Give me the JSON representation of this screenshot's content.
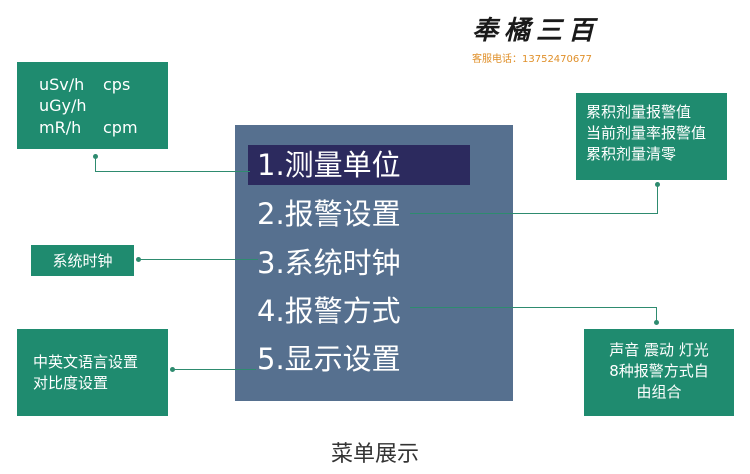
{
  "brand": {
    "name": "奉橘三百",
    "contact": "客服电话：13752470677"
  },
  "menu": {
    "items": [
      "1.测量单位",
      "2.报警设置",
      "3.系统时钟",
      "4.报警方式",
      "5.显示设置"
    ],
    "selected_index": 0
  },
  "units": {
    "row1_left": "uSv/h",
    "row1_right": "cps",
    "row2_left": "uGy/h",
    "row3_left": "mR/h",
    "row3_right": "cpm"
  },
  "alarm_settings": {
    "lines": [
      "累积剂量报警值",
      "当前剂量率报警值",
      "累积剂量清零"
    ]
  },
  "clock": {
    "label": "系统时钟"
  },
  "alarm_modes": {
    "lines": [
      "声音 震动 灯光",
      "8种报警方式自",
      "由组合"
    ]
  },
  "display": {
    "lines": [
      "中英文语言设置",
      "对比度设置"
    ]
  },
  "caption": "菜单展示",
  "colors": {
    "box_green": "#1f8b6f",
    "menu_bg": "#56708f",
    "menu_selected": "#2c2a5e",
    "connector": "#2e8b6f"
  }
}
